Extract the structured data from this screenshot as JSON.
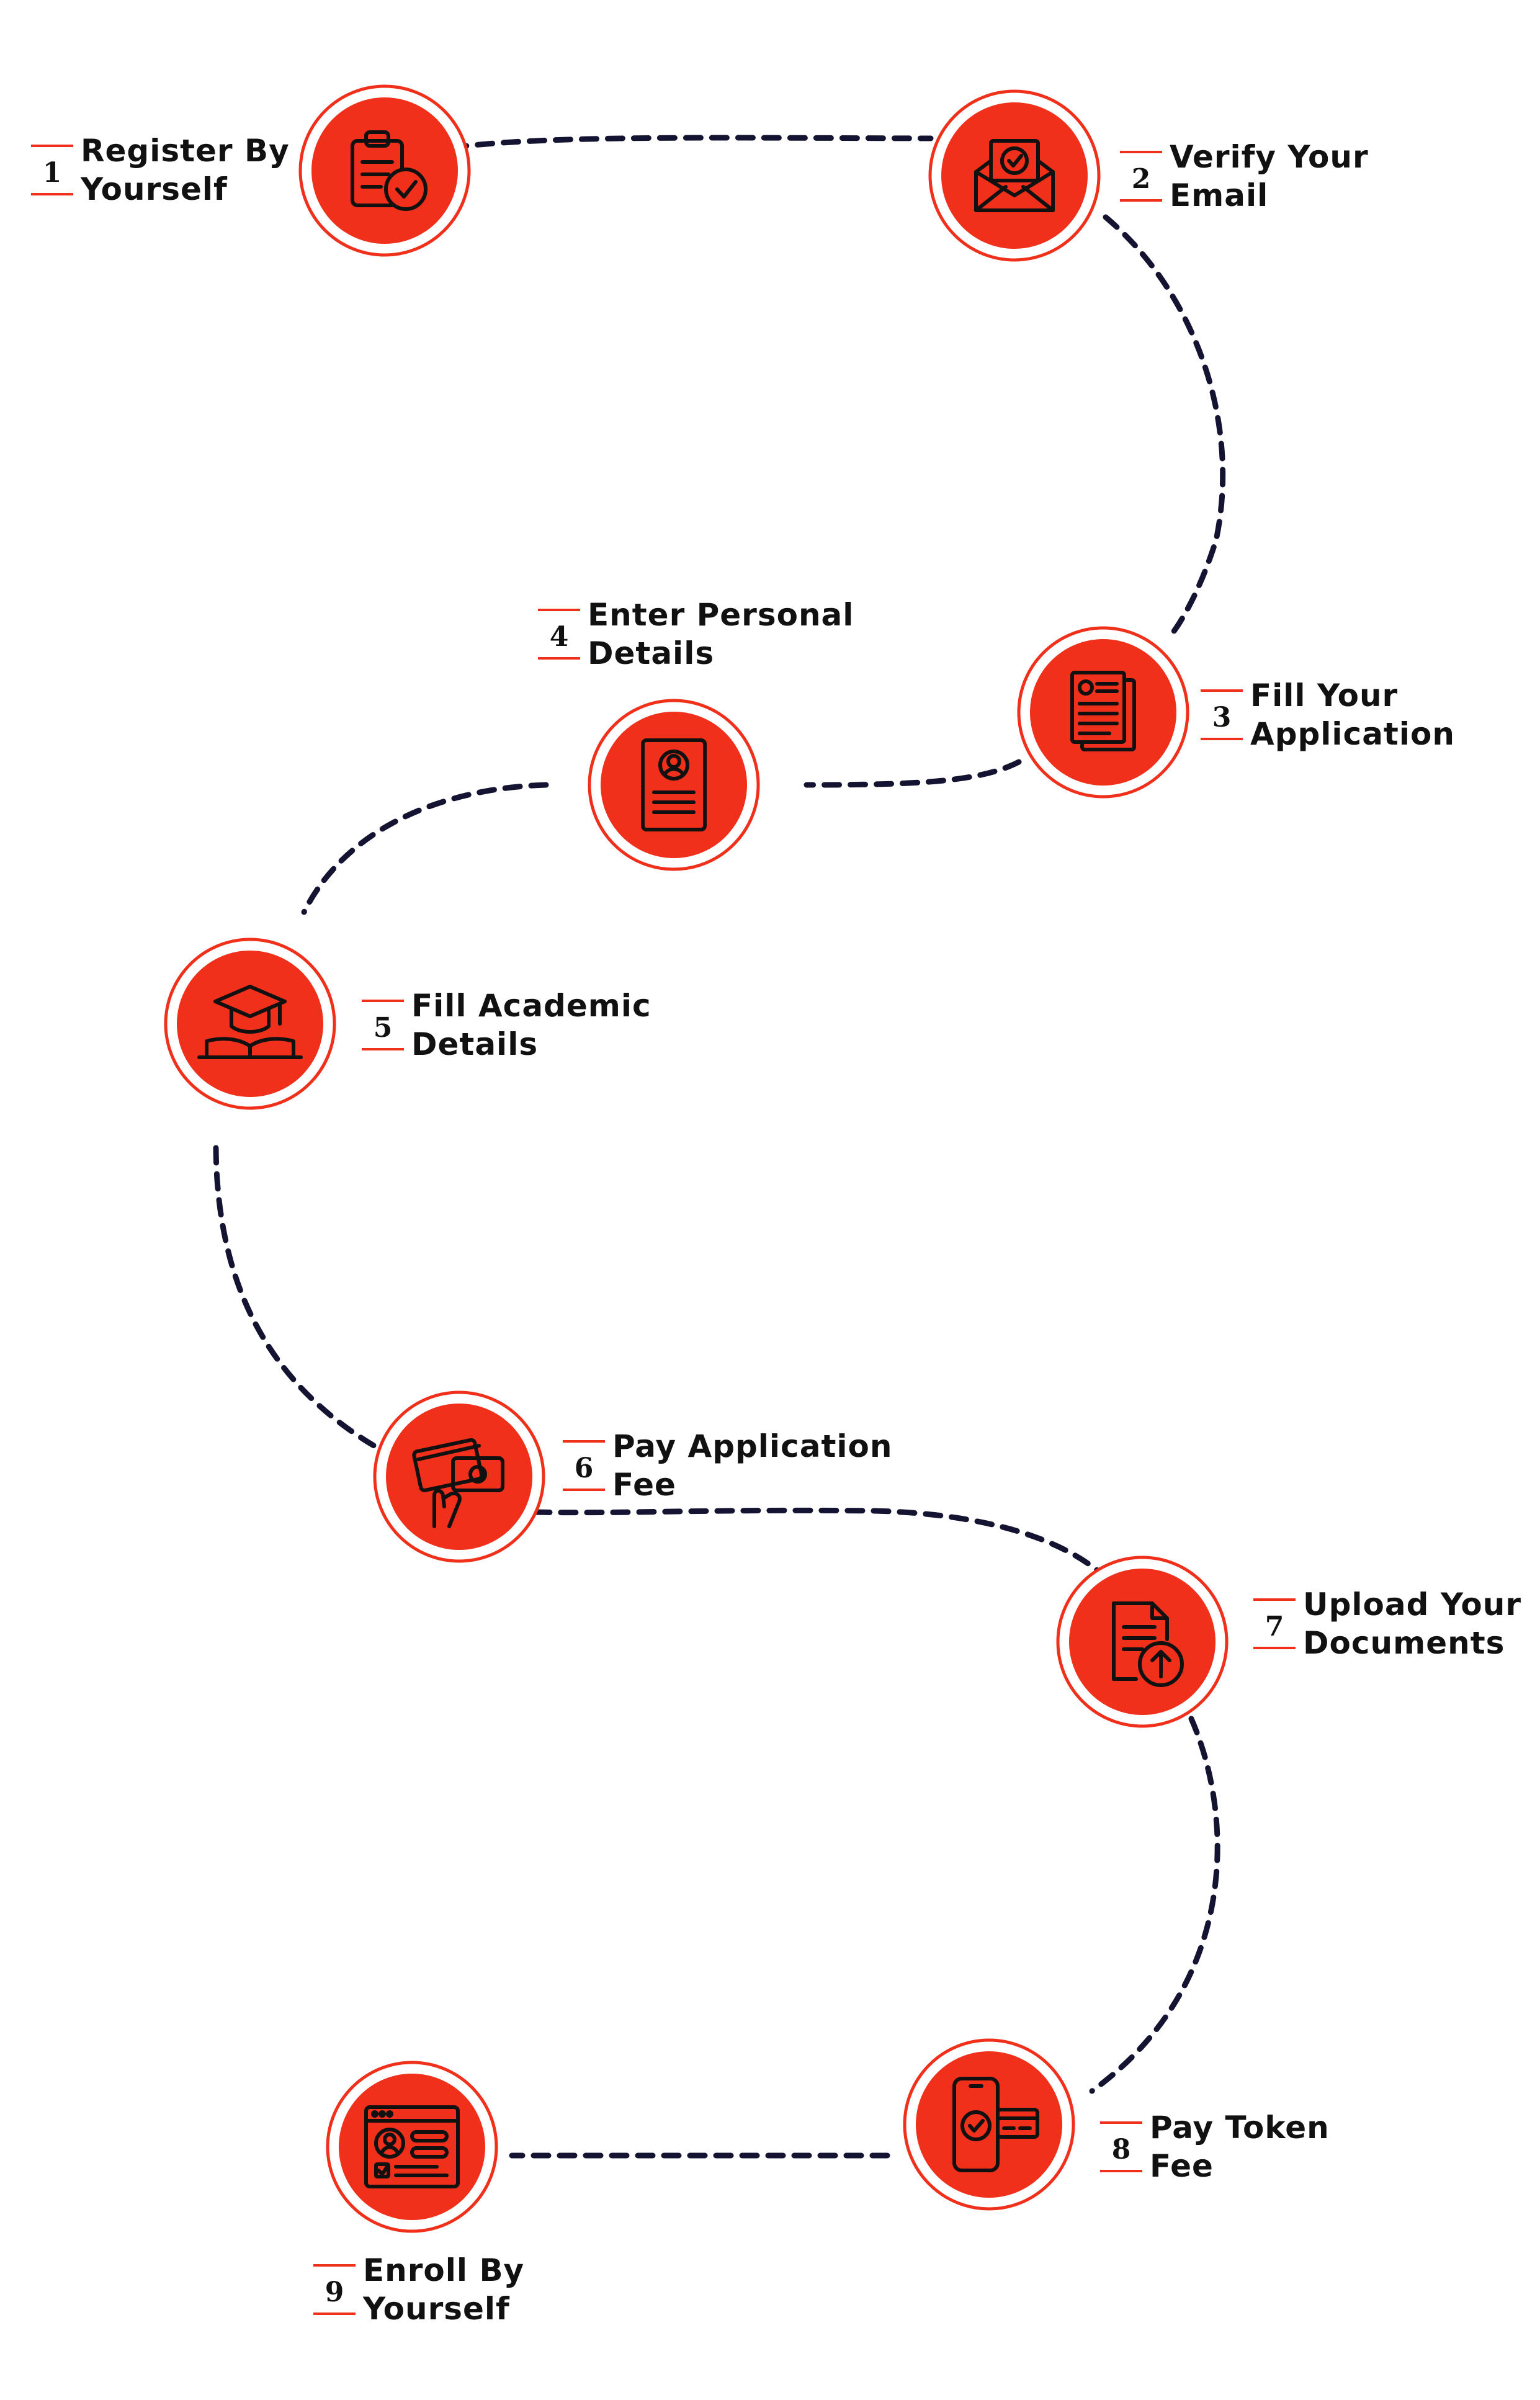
{
  "colors": {
    "accent": "#f0301a",
    "ring": "#f0301a",
    "path": "#141432",
    "icon_stroke": "#111111",
    "text": "#111111"
  },
  "steps": [
    {
      "number": "1",
      "lines": [
        "Register By",
        "Yourself"
      ],
      "icon": "clipboard-check-icon"
    },
    {
      "number": "2",
      "lines": [
        "Verify Your",
        "Email"
      ],
      "icon": "envelope-verify-icon"
    },
    {
      "number": "3",
      "lines": [
        "Fill Your",
        "Application"
      ],
      "icon": "application-document-icon"
    },
    {
      "number": "4",
      "lines": [
        "Enter Personal",
        "Details"
      ],
      "icon": "id-document-icon"
    },
    {
      "number": "5",
      "lines": [
        "Fill Academic",
        "Details"
      ],
      "icon": "graduation-book-icon"
    },
    {
      "number": "6",
      "lines": [
        "Pay Application",
        "Fee"
      ],
      "icon": "card-payment-icon"
    },
    {
      "number": "7",
      "lines": [
        "Upload Your",
        "Documents"
      ],
      "icon": "document-upload-icon"
    },
    {
      "number": "8",
      "lines": [
        "Pay Token",
        "Fee"
      ],
      "icon": "mobile-payment-icon"
    },
    {
      "number": "9",
      "lines": [
        "Enroll By",
        "Yourself"
      ],
      "icon": "enroll-profile-icon"
    }
  ]
}
